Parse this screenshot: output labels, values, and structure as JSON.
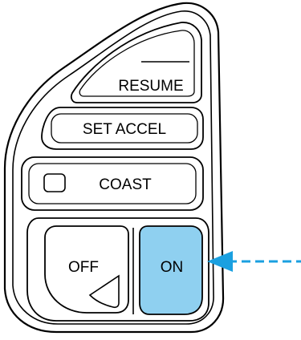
{
  "buttons": {
    "resume": "RESUME",
    "set_accel": "SET ACCEL",
    "coast": "COAST",
    "off": "OFF",
    "on": "ON"
  },
  "colors": {
    "on_button_fill": "#8fd0f0",
    "pointer_arrow": "#1aa0e0",
    "outline": "#000000",
    "background": "#ffffff"
  },
  "icons": {
    "pointer": "dashed-arrow-left-icon",
    "coast_indicator": "rounded-square-icon"
  },
  "highlighted_button": "ON"
}
